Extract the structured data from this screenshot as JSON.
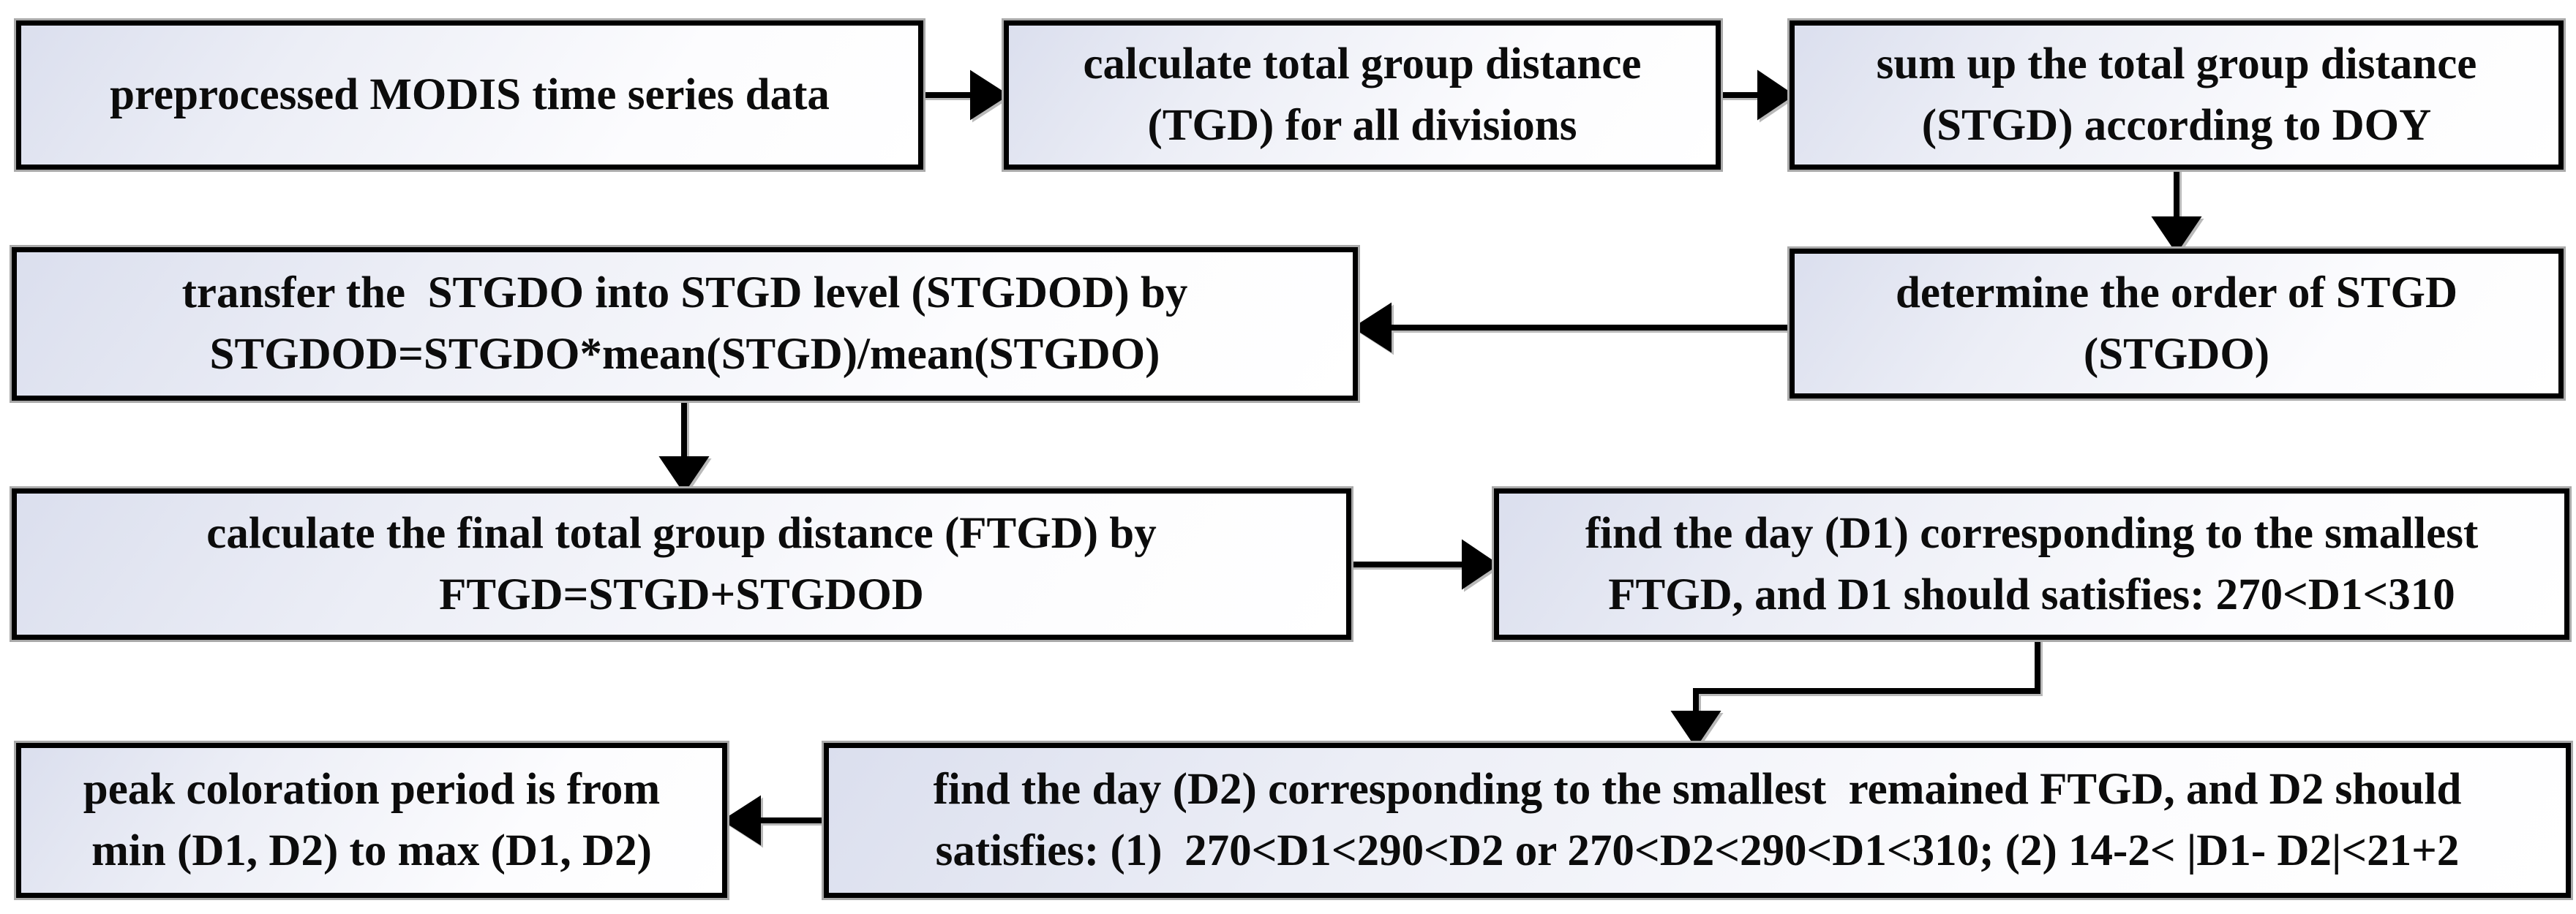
{
  "diagram": {
    "boxes": [
      {
        "name": "preprocessed-data",
        "lines": [
          "preprocessed MODIS time series data"
        ]
      },
      {
        "name": "calculate-tgd",
        "lines": [
          "calculate total group distance",
          "(TGD) for all divisions"
        ]
      },
      {
        "name": "sum-stgd",
        "lines": [
          "sum up the total group distance",
          "(STGD) according to DOY"
        ]
      },
      {
        "name": "determine-stgdo",
        "lines": [
          "determine the order of STGD",
          "(STGDO)"
        ]
      },
      {
        "name": "transfer-stgdod",
        "lines": [
          "transfer the  STGDO into STGD level (STGDOD) by",
          "STGDOD=STGDO*mean(STGD)/mean(STGDO)"
        ]
      },
      {
        "name": "calculate-ftgd",
        "lines": [
          "calculate the final total group distance (FTGD) by",
          "FTGD=STGD+STGDOD"
        ]
      },
      {
        "name": "find-d1",
        "lines": [
          "find the day (D1) corresponding to the smallest",
          "FTGD, and D1 should satisfies: 270<D1<310"
        ]
      },
      {
        "name": "find-d2",
        "lines": [
          "find the day (D2) corresponding to the smallest  remained FTGD, and D2 should",
          "satisfies: (1)  270<D1<290<D2 or 270<D2<290<D1<310; (2) 14-2< |D1- D2|<21+2"
        ]
      },
      {
        "name": "peak-coloration-period",
        "lines": [
          "peak coloration period is from",
          "min (D1, D2) to max (D1, D2)"
        ]
      }
    ]
  },
  "colors": {
    "background": "#ffffff",
    "box_border": "#000000",
    "box_outline": "#a9a9a9",
    "box_fill_start": "#dbdfee",
    "box_fill_end": "#ffffff",
    "arrow": "#000000",
    "text": "#0c0c0c"
  }
}
